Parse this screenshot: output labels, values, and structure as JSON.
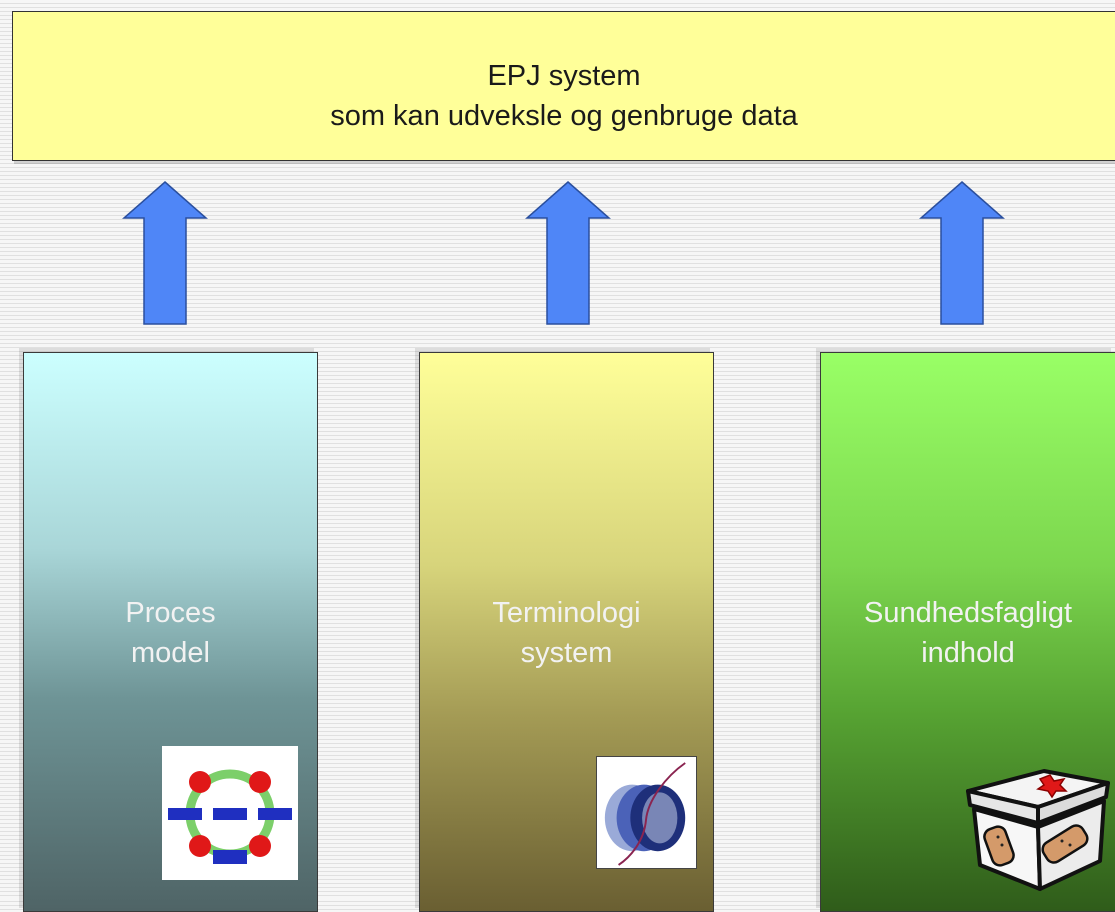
{
  "header": {
    "line1": "EPJ system",
    "line2": "som kan udveksle og genbruge data",
    "fill_color": "#ffff99"
  },
  "arrow_color": "#4f86f7",
  "pillars": [
    {
      "line1": "Proces",
      "line2": "model",
      "icon": "process-cycle-diagram-icon",
      "top_color": "#ccffff",
      "bottom_color": "#4f6466"
    },
    {
      "line1": "Terminologi",
      "line2": "system",
      "icon": "terminology-logo-icon",
      "top_color": "#ffff99",
      "bottom_color": "#6a5f32"
    },
    {
      "line1": "Sundhedsfagligt",
      "line2": "indhold",
      "icon": "first-aid-kit-icon",
      "top_color": "#99ff66",
      "bottom_color": "#2f5c1a"
    }
  ]
}
